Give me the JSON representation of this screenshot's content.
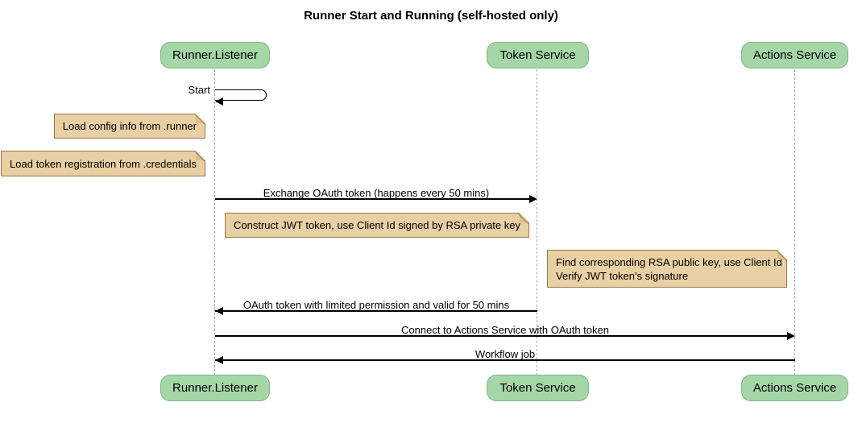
{
  "title": "Runner Start and Running (self-hosted only)",
  "participants": [
    {
      "label": "Runner.Listener"
    },
    {
      "label": "Token Service"
    },
    {
      "label": "Actions Service"
    }
  ],
  "messages": {
    "start": {
      "label": "Start"
    },
    "exchange_oauth": {
      "label": "Exchange OAuth token (happens every 50 mins)"
    },
    "oauth_return": {
      "label": "OAuth token with limited permission and valid for 50 mins"
    },
    "connect_actions": {
      "label": "Connect to Actions Service with OAuth token"
    },
    "workflow_job": {
      "label": "Workflow job"
    }
  },
  "notes": {
    "load_config": {
      "text": "Load config info from .runner"
    },
    "load_token_registration": {
      "text": "Load token registration from .credentials"
    },
    "construct_jwt": {
      "text": "Construct JWT token, use Client Id signed by RSA private key"
    },
    "verify_jwt": {
      "line1": "Find corresponding RSA public key, use Client Id",
      "line2": "Verify JWT token's signature"
    }
  },
  "colors": {
    "participant_fill": "#A5D6A7",
    "participant_border": "#81B784",
    "note_fill": "#E9CFA4",
    "note_border": "#96794B",
    "lifeline": "#A6A6A6",
    "message_line": "#000000"
  }
}
